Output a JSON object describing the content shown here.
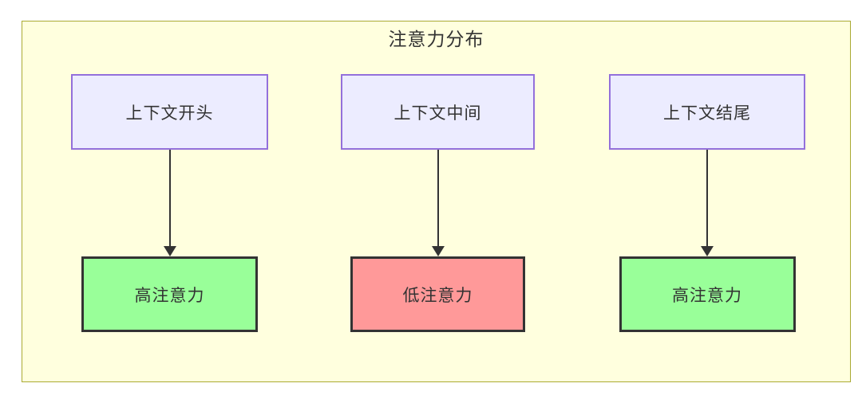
{
  "diagram": {
    "title": "注意力分布",
    "colors": {
      "canvas_background": "#ffffde",
      "canvas_border": "#aaaa33",
      "source_node_fill": "#ececff",
      "source_node_border": "#9370db",
      "high_attention_fill": "#99ff99",
      "low_attention_fill": "#ff9999",
      "result_node_border": "#333333",
      "arrow": "#333333",
      "text": "#333333"
    },
    "columns": [
      {
        "source": "上下文开头",
        "result": "高注意力",
        "result_level": "high"
      },
      {
        "source": "上下文中间",
        "result": "低注意力",
        "result_level": "low"
      },
      {
        "source": "上下文结尾",
        "result": "高注意力",
        "result_level": "high"
      }
    ]
  }
}
